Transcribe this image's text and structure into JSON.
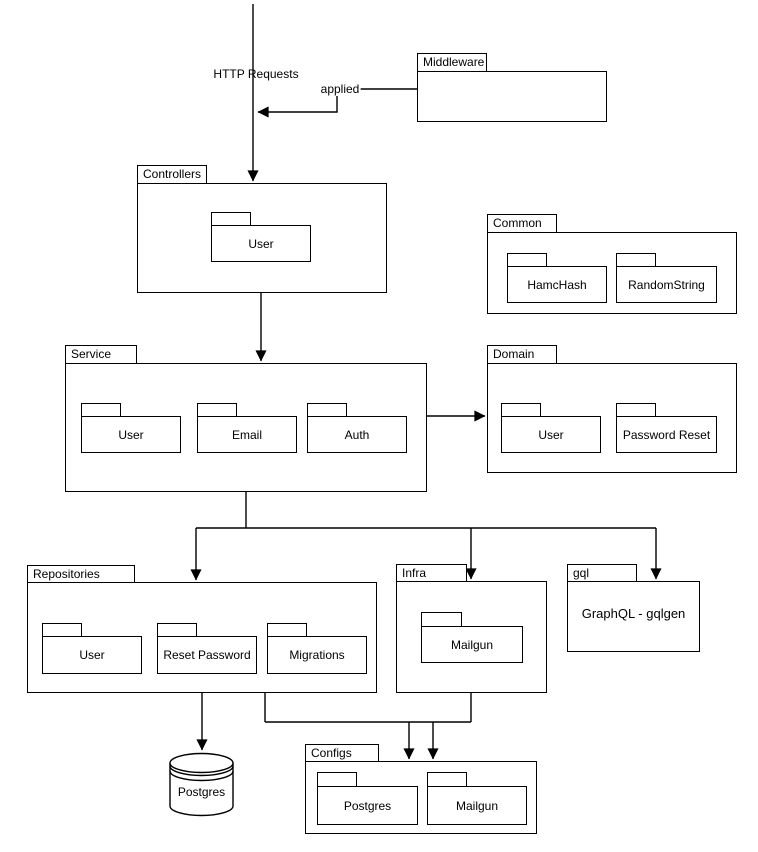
{
  "labels": {
    "http_requests": "HTTP Requests",
    "applied": "applied"
  },
  "packages": {
    "middleware": {
      "title": "Middleware",
      "items": []
    },
    "controllers": {
      "title": "Controllers",
      "items": [
        {
          "label": "User"
        }
      ]
    },
    "common": {
      "title": "Common",
      "items": [
        {
          "label": "HamcHash"
        },
        {
          "label": "RandomString"
        }
      ]
    },
    "service": {
      "title": "Service",
      "items": [
        {
          "label": "User"
        },
        {
          "label": "Email"
        },
        {
          "label": "Auth"
        }
      ]
    },
    "domain": {
      "title": "Domain",
      "items": [
        {
          "label": "User"
        },
        {
          "label": "Password Reset"
        }
      ]
    },
    "repositories": {
      "title": "Repositories",
      "items": [
        {
          "label": "User"
        },
        {
          "label": "Reset Password"
        },
        {
          "label": "Migrations"
        }
      ]
    },
    "infra": {
      "title": "Infra",
      "items": [
        {
          "label": "Mailgun"
        }
      ]
    },
    "gql": {
      "title": "gql",
      "content": "GraphQL - gqlgen"
    },
    "configs": {
      "title": "Configs",
      "items": [
        {
          "label": "Postgres"
        },
        {
          "label": "Mailgun"
        }
      ]
    }
  },
  "database": {
    "label": "Postgres"
  },
  "colors": {
    "stroke": "#000000",
    "background": "#ffffff",
    "text": "#000000"
  }
}
